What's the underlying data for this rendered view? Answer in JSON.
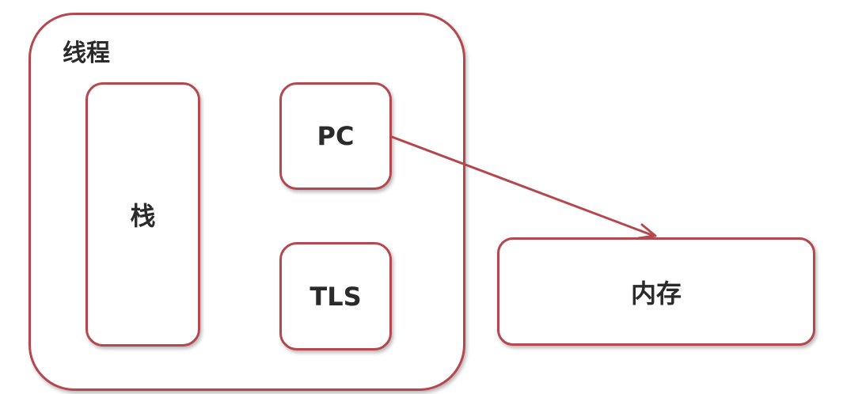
{
  "diagram": {
    "thread": {
      "label": "线程"
    },
    "stack": {
      "label": "栈"
    },
    "pc": {
      "label": "PC"
    },
    "tls": {
      "label": "TLS"
    },
    "memory": {
      "label": "内存"
    }
  },
  "colors": {
    "border": "#b5474e",
    "text": "#2b2b2b",
    "background": "#ffffff"
  }
}
